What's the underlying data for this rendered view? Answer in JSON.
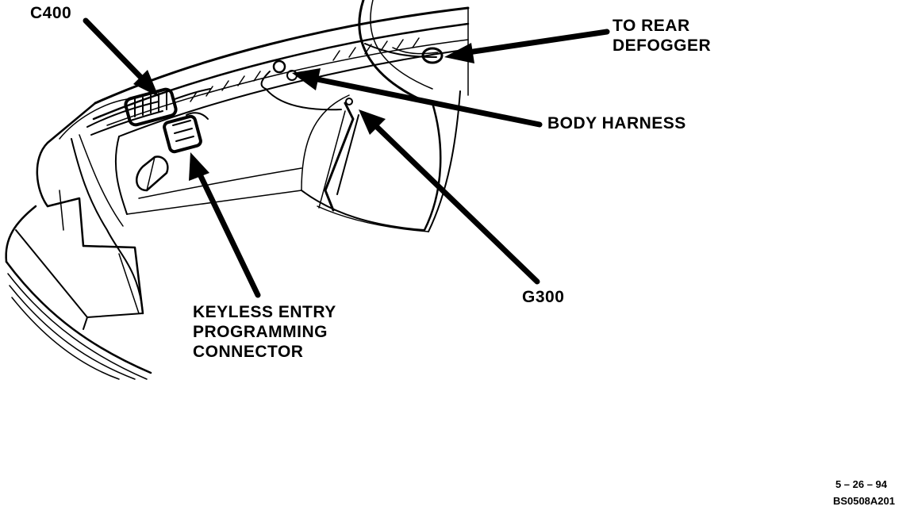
{
  "labels": {
    "c400": "C400",
    "rear_defogger": [
      "TO REAR",
      "DEFOGGER"
    ],
    "body_harness": "BODY HARNESS",
    "g300": "G300",
    "keyless_entry": [
      "KEYLESS ENTRY",
      "PROGRAMMING",
      "CONNECTOR"
    ]
  },
  "footer": {
    "date": "5 – 26 – 94",
    "code": "BS0508A201"
  }
}
